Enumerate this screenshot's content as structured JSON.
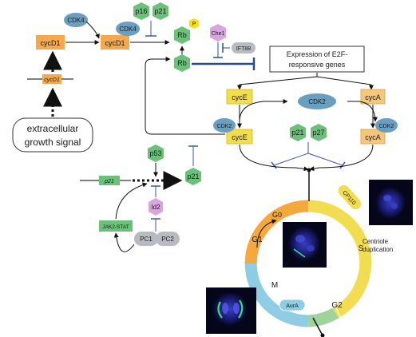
{
  "growth_signal": {
    "line1": "extracellular",
    "line2": "growth signal"
  },
  "genes": {
    "cycd1_gene": "cycD1",
    "p21_gene": "p21"
  },
  "proteins": {
    "cdk4": "CDK4",
    "cycd1": "cycD1",
    "p16": "p16",
    "p21": "p21",
    "rb": "Rb",
    "p": "P",
    "che1": "Che1",
    "ift88": "IFT88",
    "p53": "p53",
    "id2": "Id2",
    "jak2": "JAK2-STAT",
    "pc1": "PC1",
    "pc2": "PC2",
    "cyce": "cycE",
    "cyca": "cycA",
    "cdk2": "CDK2",
    "p27": "p27"
  },
  "expression_box": {
    "line1": "Expression of E2F-",
    "line2": "responsive genes"
  },
  "cycle": {
    "g0": "G0",
    "g1": "G1",
    "s": "S",
    "g2": "G2",
    "m": "M",
    "cp110": "CP110",
    "aura": "AurA"
  },
  "centriole": {
    "line1": "Centriole",
    "line2": "duplication"
  },
  "colors": {
    "green": "#6cc17a",
    "orange": "#f5a94a",
    "yellow": "#f2dd4b",
    "blue": "#6a9fc0",
    "gray": "#b8bcc2",
    "pink": "#d9a4e0",
    "g1_arc": "#f5a83e",
    "s_arc": "#f2dd52",
    "g2_arc": "#9fd39b",
    "m_arc": "#8fcde4"
  }
}
